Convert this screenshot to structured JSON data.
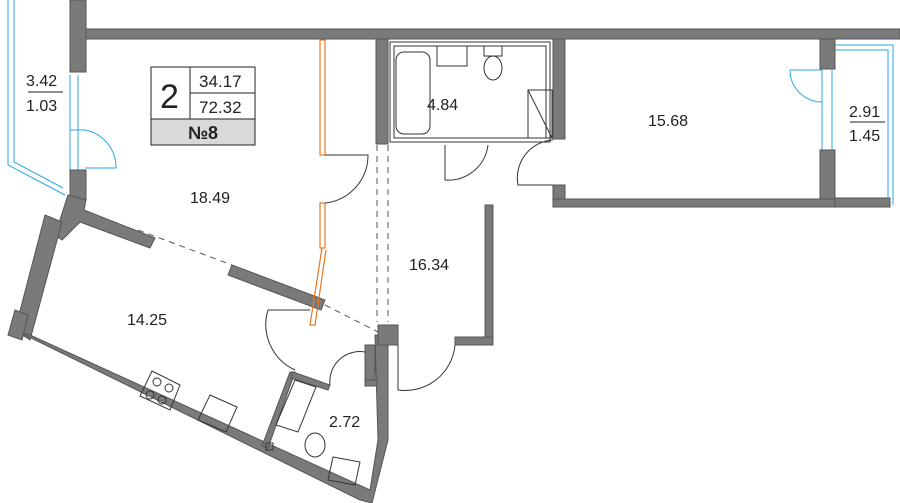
{
  "apartment": {
    "rooms_count": "2",
    "living_area": "34.17",
    "total_area": "72.32",
    "number": "№8"
  },
  "rooms": {
    "living_room": "18.49",
    "kitchen": "14.25",
    "bathroom": "4.84",
    "bedroom": "15.68",
    "hallway": "16.34",
    "toilet": "2.72"
  },
  "balconies": {
    "left": {
      "area": "3.42",
      "reduced_area": "1.03"
    },
    "right": {
      "area": "2.91",
      "reduced_area": "1.45"
    }
  }
}
